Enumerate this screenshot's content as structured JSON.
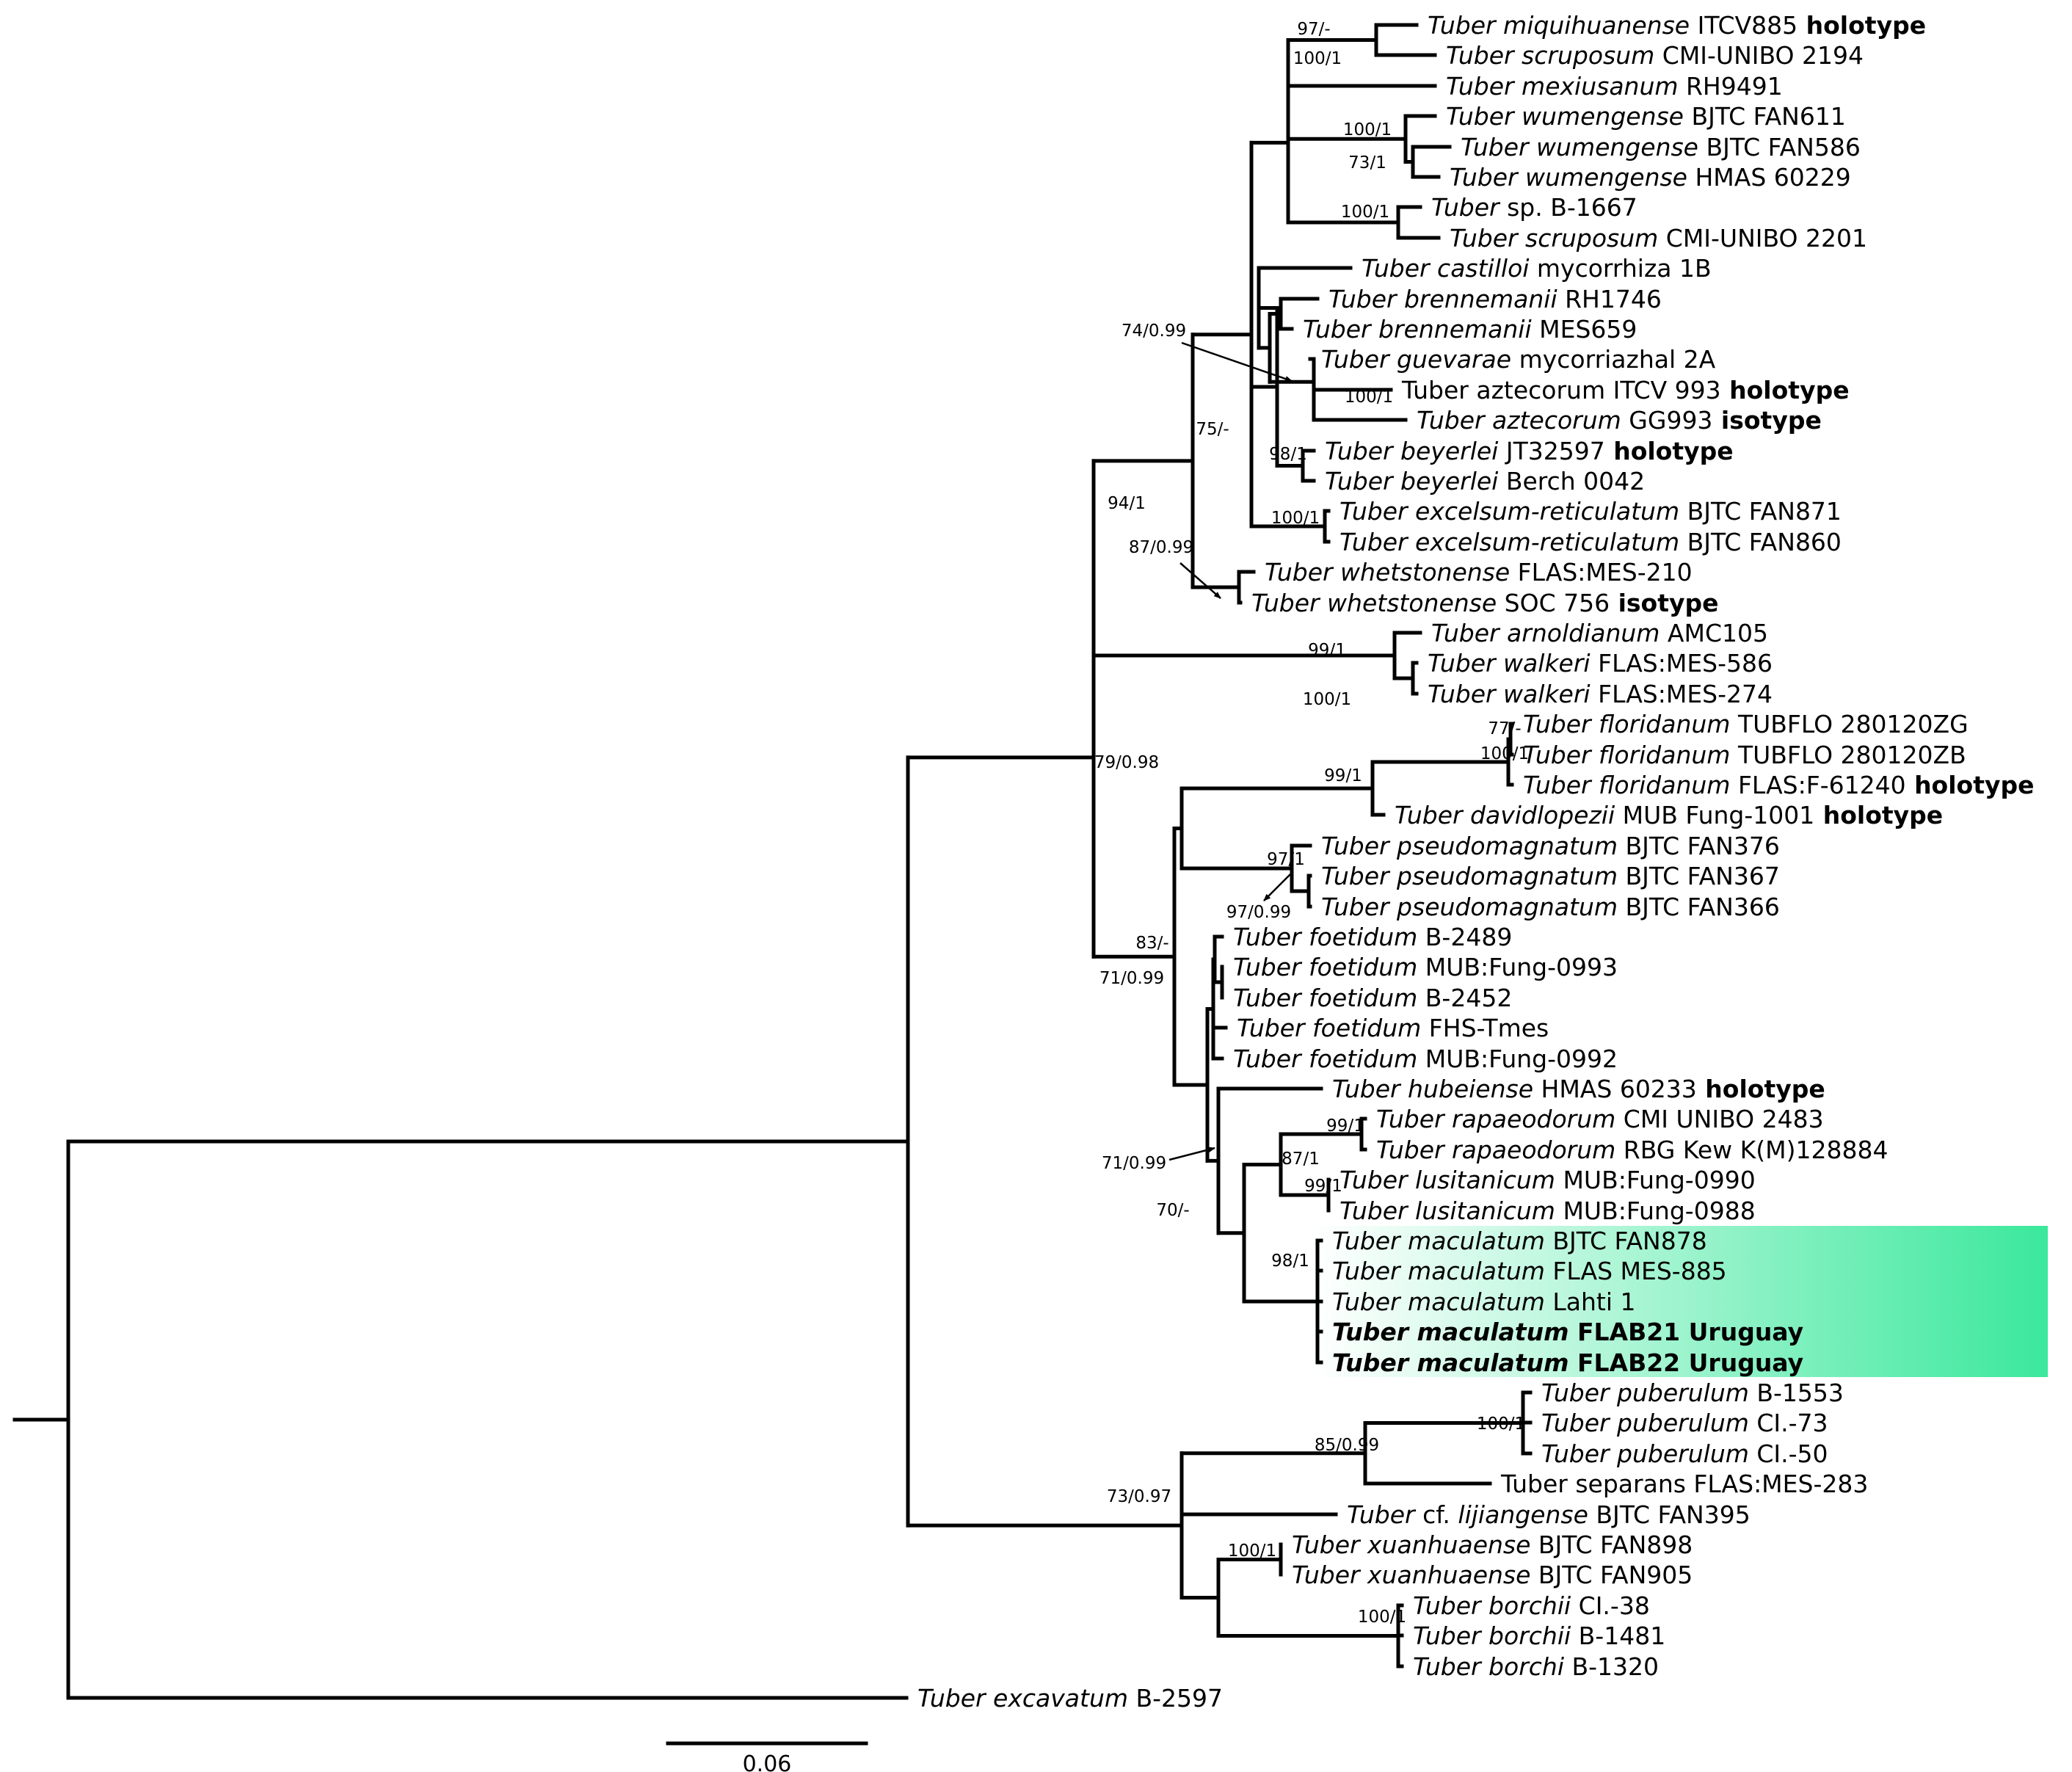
{
  "highlight": {
    "colors": [
      "#ffffff",
      "#3be89c"
    ]
  },
  "scale_bar": {
    "label": "0.06"
  },
  "tips": [
    {
      "sp": "Tuber miquihuanense",
      "rest": " ITCV885",
      "tag": "holotype"
    },
    {
      "sp": "Tuber scruposum",
      "rest": " CMI-UNIBO 2194"
    },
    {
      "sp": "Tuber mexiusanum",
      "rest": " RH9491"
    },
    {
      "sp": "Tuber wumengense",
      "rest": " BJTC FAN611"
    },
    {
      "sp": "Tuber wumengense",
      "rest": " BJTC FAN586"
    },
    {
      "sp": "Tuber wumengense",
      "rest": " HMAS 60229"
    },
    {
      "sp": "Tuber",
      "rest": " sp. B-1667"
    },
    {
      "sp": "Tuber scruposum",
      "rest": " CMI-UNIBO 2201"
    },
    {
      "sp": "Tuber castilloi",
      "rest": " mycorrhiza 1B"
    },
    {
      "sp": "Tuber brennemanii",
      "rest": " RH1746"
    },
    {
      "sp": "Tuber brennemanii",
      "rest": " MES659"
    },
    {
      "sp": "Tuber guevarae",
      "rest": " mycorriazhal 2A"
    },
    {
      "sp": "",
      "rest": "Tuber aztecorum ITCV 993",
      "tag": "holotype"
    },
    {
      "sp": "Tuber aztecorum",
      "rest": " GG993",
      "tag": "isotype"
    },
    {
      "sp": "Tuber beyerlei",
      "rest": " JT32597",
      "tag": "holotype"
    },
    {
      "sp": "Tuber beyerlei",
      "rest": " Berch 0042"
    },
    {
      "sp": "Tuber excelsum-reticulatum",
      "rest": " BJTC FAN871"
    },
    {
      "sp": "Tuber excelsum-reticulatum",
      "rest": " BJTC FAN860"
    },
    {
      "sp": "Tuber whetstonense",
      "rest": " FLAS:MES-210"
    },
    {
      "sp": "Tuber whetstonense",
      "rest": " SOC 756",
      "tag": "isotype"
    },
    {
      "sp": "Tuber arnoldianum",
      "rest": " AMC105"
    },
    {
      "sp": "Tuber walkeri",
      "rest": " FLAS:MES-586"
    },
    {
      "sp": "Tuber walkeri",
      "rest": " FLAS:MES-274"
    },
    {
      "sp": "Tuber floridanum",
      "rest": " TUBFLO 280120ZG"
    },
    {
      "sp": "Tuber floridanum",
      "rest": " TUBFLO 280120ZB"
    },
    {
      "sp": "Tuber floridanum",
      "rest": " FLAS:F-61240",
      "tag": "holotype"
    },
    {
      "sp": "Tuber davidlopezii",
      "rest": " MUB Fung-1001",
      "tag": "holotype"
    },
    {
      "sp": "Tuber pseudomagnatum",
      "rest": " BJTC FAN376"
    },
    {
      "sp": "Tuber pseudomagnatum",
      "rest": " BJTC FAN367"
    },
    {
      "sp": "Tuber pseudomagnatum",
      "rest": " BJTC FAN366"
    },
    {
      "sp": "Tuber foetidum",
      "rest": " B-2489"
    },
    {
      "sp": "Tuber foetidum",
      "rest": " MUB:Fung-0993"
    },
    {
      "sp": "Tuber foetidum",
      "rest": " B-2452"
    },
    {
      "sp": "Tuber foetidum",
      "rest": " FHS-Tmes"
    },
    {
      "sp": "Tuber foetidum",
      "rest": " MUB:Fung-0992"
    },
    {
      "sp": "Tuber hubeiense",
      "rest": " HMAS 60233",
      "tag": "holotype"
    },
    {
      "sp": "Tuber rapaeodorum",
      "rest": " CMI UNIBO 2483"
    },
    {
      "sp": "Tuber rapaeodorum",
      "rest": " RBG Kew K(M)128884"
    },
    {
      "sp": "Tuber lusitanicum",
      "rest": " MUB:Fung-0990"
    },
    {
      "sp": "Tuber lusitanicum",
      "rest": " MUB:Fung-0988"
    },
    {
      "sp": "Tuber maculatum",
      "rest": " BJTC FAN878"
    },
    {
      "sp": "Tuber maculatum",
      "rest": " FLAS MES-885"
    },
    {
      "sp": "Tuber maculatum",
      "rest": " Lahti 1"
    },
    {
      "sp": "Tuber maculatum FLAB21 Uruguay",
      "rest": "",
      "allbold": true
    },
    {
      "sp": "Tuber maculatum FLAB22 Uruguay",
      "rest": "",
      "allbold": true
    },
    {
      "sp": "Tuber puberulum",
      "rest": " B-1553"
    },
    {
      "sp": "Tuber puberulum",
      "rest": " CI.-73"
    },
    {
      "sp": "Tuber puberulum",
      "rest": " CI.-50"
    },
    {
      "sp": "",
      "rest": "Tuber separans FLAS:MES-283"
    },
    {
      "sp": "Tuber",
      "rest": " cf. ",
      "sp2": "lijiangense",
      "rest2": " BJTC FAN395"
    },
    {
      "sp": "Tuber xuanhuaense",
      "rest": " BJTC FAN898"
    },
    {
      "sp": "Tuber xuanhuaense",
      "rest": " BJTC FAN905"
    },
    {
      "sp": "Tuber borchii",
      "rest": " CI.-38"
    },
    {
      "sp": "Tuber borchii",
      "rest": " B-1481"
    },
    {
      "sp": "Tuber borchi",
      "rest": " B-1320"
    },
    {
      "sp": "Tuber excavatum",
      "rest": " B-2597"
    }
  ],
  "supports": [
    "97/-",
    "100/1",
    "100/1",
    "73/1",
    "100/1",
    "74/0.99",
    "100/1",
    "98/1",
    "75/-",
    "100/1",
    "87/0.99",
    "94/1",
    "99/1",
    "100/1",
    "77/-",
    "100/1",
    "99/1",
    "97/1",
    "97/0.99",
    "79/0.98",
    "83/-",
    "71/0.99",
    "99/1",
    "87/1",
    "99/1",
    "71/0.99",
    "70/-",
    "98/1",
    "100/1",
    "85/0.99",
    "73/0.97",
    "100/1",
    "100/1"
  ]
}
